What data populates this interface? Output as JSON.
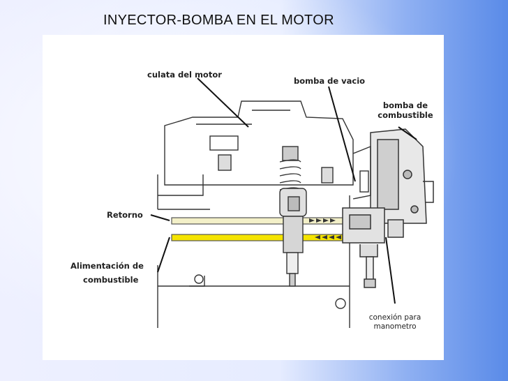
{
  "slide": {
    "title": "INYECTOR-BOMBA EN EL MOTOR"
  },
  "diagram": {
    "labels": {
      "culata": "culata del motor",
      "bomba_vacio": "bomba de vacio",
      "bomba_combustible_l1": "bomba de",
      "bomba_combustible_l2": "combustible",
      "retorno": "Retorno",
      "alimentacion_l1": "Alimentación de",
      "alimentacion_l2": "combustible",
      "conexion_l1": "conexión para",
      "conexion_l2": "manometro"
    },
    "colors": {
      "return_line": "#f3f0c8",
      "feed_line": "#f5e400",
      "drawing": "#333333"
    }
  }
}
